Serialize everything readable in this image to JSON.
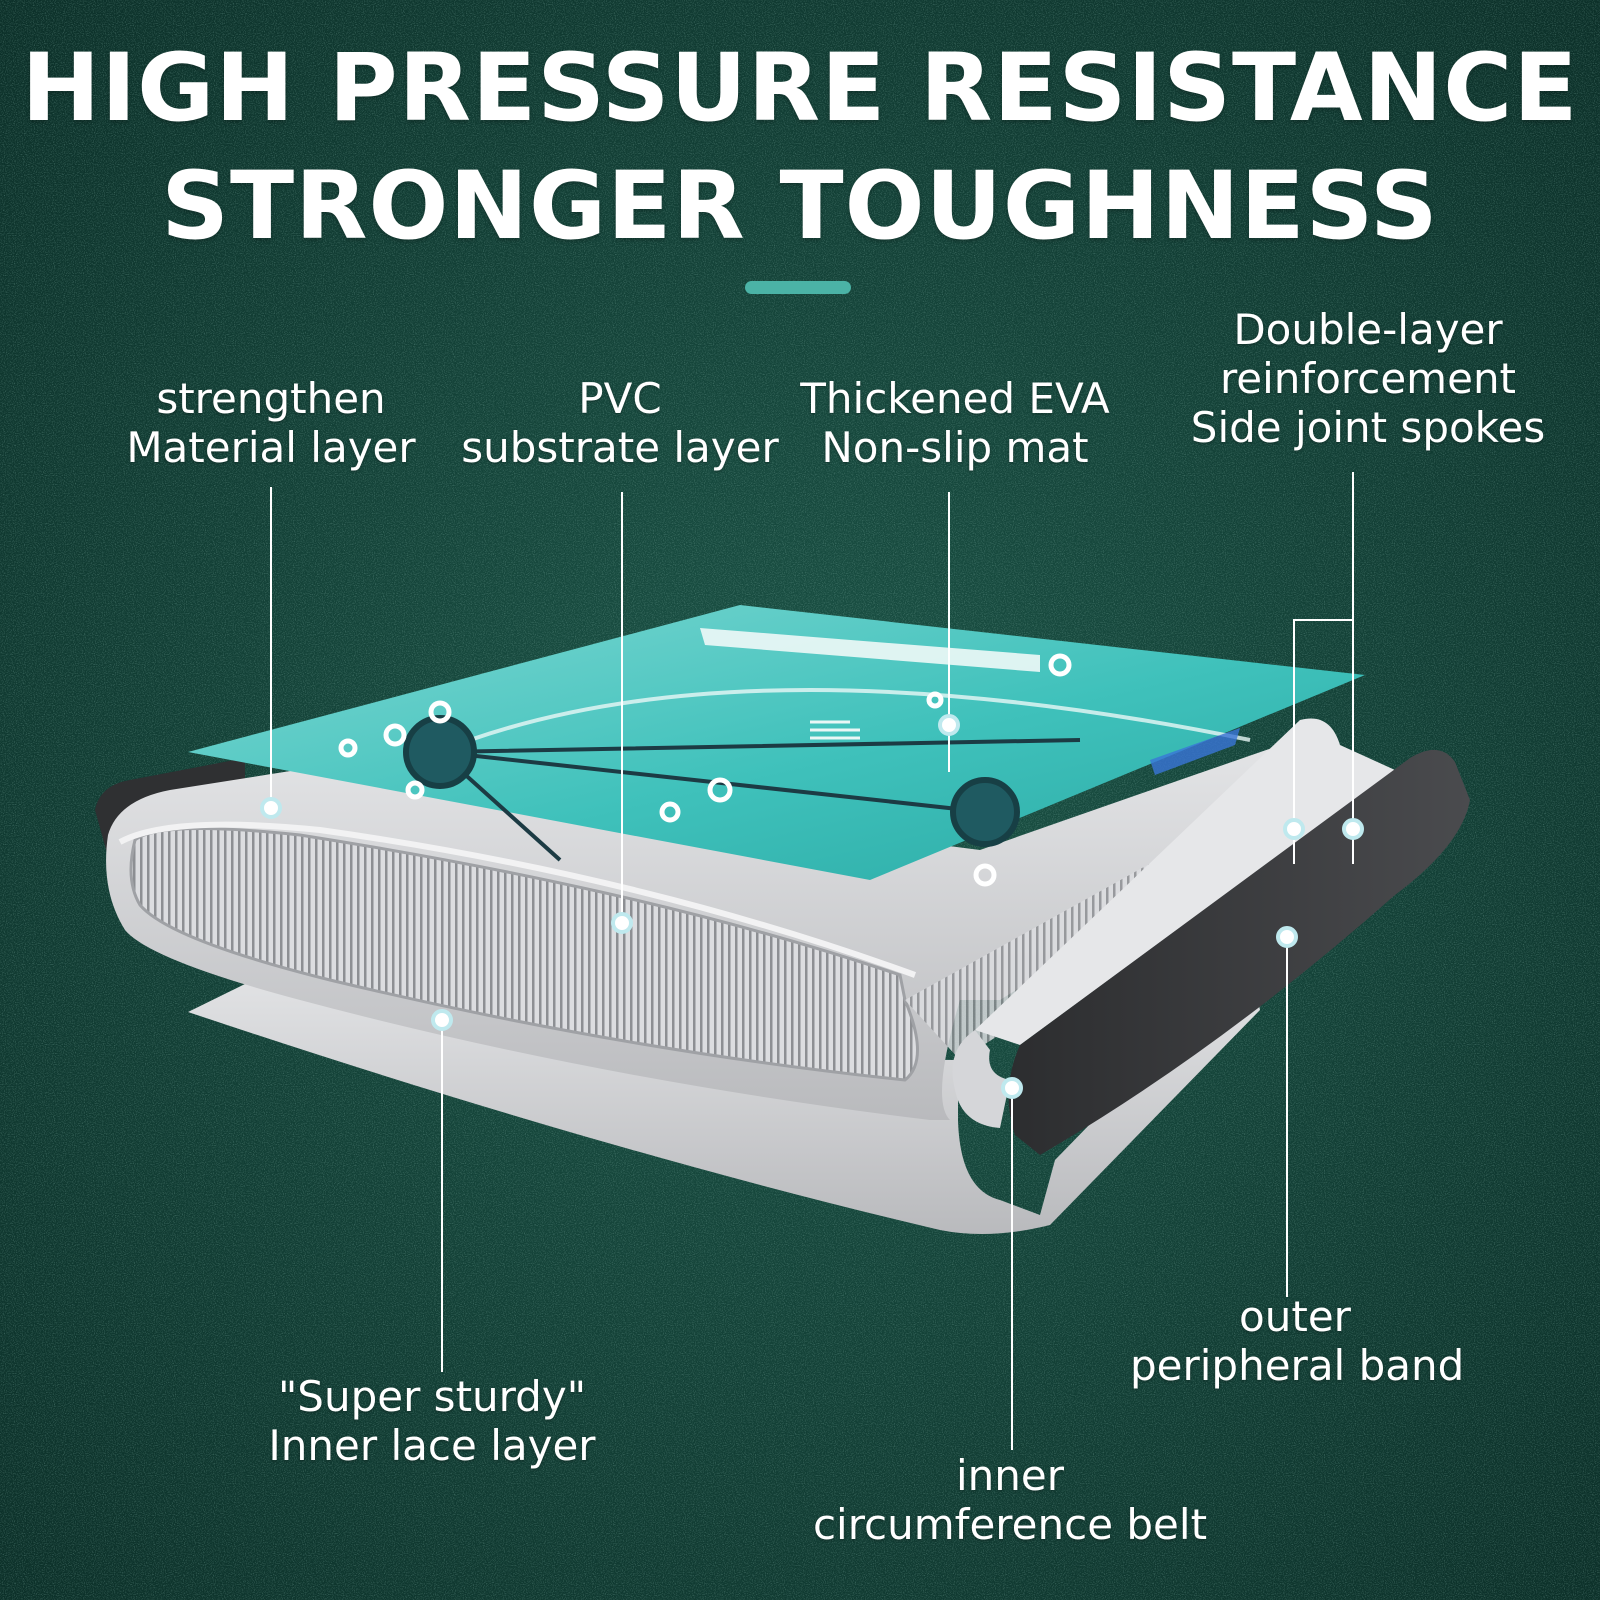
{
  "heading": {
    "line1": "HIGH PRESSURE RESISTANCE",
    "line2": "STRONGER TOUGHNESS"
  },
  "labels": {
    "strengthen": {
      "line1": "strengthen",
      "line2": "Material layer"
    },
    "pvc": {
      "line1": "PVC",
      "line2": "substrate layer"
    },
    "eva": {
      "line1": "Thickened EVA",
      "line2": "Non-slip mat"
    },
    "double_layer": {
      "line1": "Double-layer",
      "line2": "reinforcement",
      "line3": "Side joint spokes"
    },
    "outer_band": {
      "line1": "outer",
      "line2": "peripheral band"
    },
    "inner_lace": {
      "line1": "\"Super sturdy\"",
      "line2": "Inner lace layer"
    },
    "inner_belt": {
      "line1": "inner",
      "line2": "circumference belt"
    }
  },
  "colors": {
    "background": "#123f36",
    "accent": "#4bb3a6",
    "mat_top": "#3fc1bb",
    "pvc_gray": "#c9cacc",
    "band_dark": "#3a3b3d",
    "white": "#ffffff"
  }
}
